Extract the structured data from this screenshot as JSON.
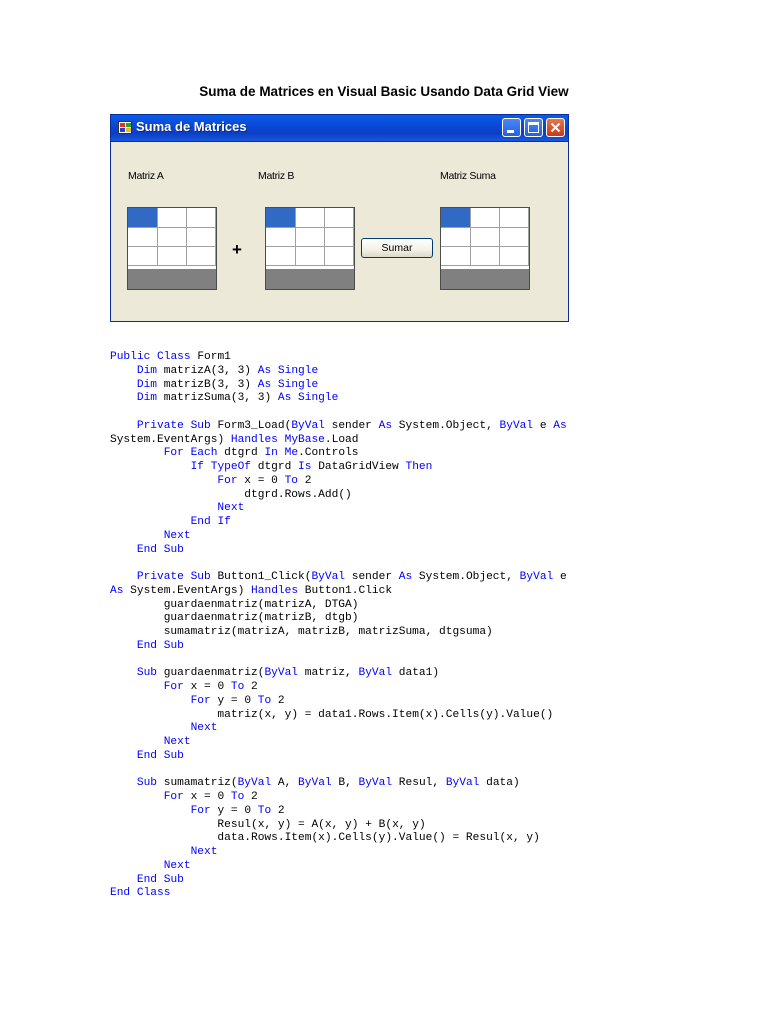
{
  "doc_title": "Suma de Matrices en Visual Basic Usando Data Grid View",
  "window": {
    "title": "Suma de Matrices",
    "icon": "app-icon",
    "controls": [
      "minimize-icon",
      "maximize-icon",
      "close-icon"
    ],
    "labels": {
      "matriz_a": "Matriz A",
      "matriz_b": "Matriz B",
      "matriz_suma": "Matriz Suma"
    },
    "plus_sign": "+",
    "button_label": "Sumar",
    "colors": {
      "titlebar": "#0a47d6",
      "selected_cell": "#316ac5",
      "form_bg": "#ece9d8"
    }
  },
  "code": {
    "keywords": [
      "Public",
      "Class",
      "Dim",
      "As",
      "Single",
      "Private",
      "Sub",
      "ByVal",
      "Handles",
      "MyBase",
      "For",
      "Each",
      "In",
      "Me",
      "If",
      "TypeOf",
      "Is",
      "Then",
      "To",
      "Next",
      "End"
    ],
    "keyword_color": "#0000ff",
    "lines": [
      "Public Class Form1",
      "    Dim matrizA(3, 3) As Single",
      "    Dim matrizB(3, 3) As Single",
      "    Dim matrizSuma(3, 3) As Single",
      "",
      "    Private Sub Form3_Load(ByVal sender As System.Object, ByVal e As",
      "System.EventArgs) Handles MyBase.Load",
      "        For Each dtgrd In Me.Controls",
      "            If TypeOf dtgrd Is DataGridView Then",
      "                For x = 0 To 2",
      "                    dtgrd.Rows.Add()",
      "                Next",
      "            End If",
      "        Next",
      "    End Sub",
      "",
      "    Private Sub Button1_Click(ByVal sender As System.Object, ByVal e",
      "As System.EventArgs) Handles Button1.Click",
      "        guardaenmatriz(matrizA, DTGA)",
      "        guardaenmatriz(matrizB, dtgb)",
      "        sumamatriz(matrizA, matrizB, matrizSuma, dtgsuma)",
      "    End Sub",
      "",
      "    Sub guardaenmatriz(ByVal matriz, ByVal data1)",
      "        For x = 0 To 2",
      "            For y = 0 To 2",
      "                matriz(x, y) = data1.Rows.Item(x).Cells(y).Value()",
      "            Next",
      "        Next",
      "    End Sub",
      "",
      "    Sub sumamatriz(ByVal A, ByVal B, ByVal Resul, ByVal data)",
      "        For x = 0 To 2",
      "            For y = 0 To 2",
      "                Resul(x, y) = A(x, y) + B(x, y)",
      "                data.Rows.Item(x).Cells(y).Value() = Resul(x, y)",
      "            Next",
      "        Next",
      "    End Sub",
      "End Class"
    ]
  }
}
